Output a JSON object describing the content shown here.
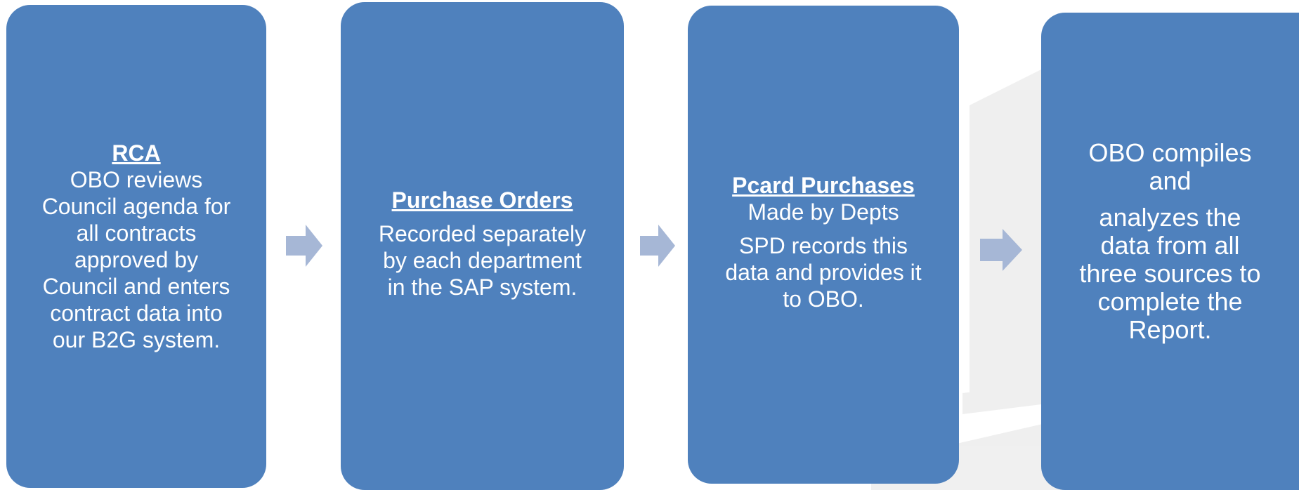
{
  "steps": [
    {
      "title": "RCA",
      "body_lines": [
        "OBO reviews",
        "Council agenda for",
        "all contracts",
        "approved by",
        "Council and enters",
        "contract data into",
        "our B2G system."
      ]
    },
    {
      "title": "Purchase Orders",
      "body_lines": [
        "Recorded separately",
        "by each department",
        "in the SAP system."
      ]
    },
    {
      "title": "Pcard Purchases",
      "subtitle": "Made by Depts",
      "body_lines": [
        "SPD records this",
        "data and provides it",
        "to OBO."
      ]
    },
    {
      "lines_top": [
        "OBO compiles",
        "and"
      ],
      "lines_bottom": [
        "analyzes the",
        "data from all",
        "three sources to",
        "complete the",
        "Report."
      ]
    }
  ],
  "colors": {
    "box": "#4f81bd",
    "arrow": "#a6b7d6",
    "text": "#ffffff"
  }
}
